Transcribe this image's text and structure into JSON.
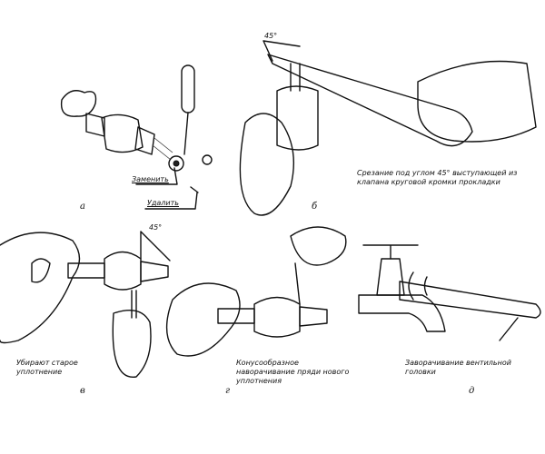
{
  "panels": {
    "a": {
      "letter": "а",
      "replace_label": "Заменить",
      "remove_label": "Удалить"
    },
    "b": {
      "letter": "б",
      "angle_label": "45°",
      "caption": "Срезание под углом 45° выступающей из клапана круговой кромки прокладки"
    },
    "v": {
      "letter": "в",
      "angle_label": "45°",
      "caption": "Убирают старое уплотнение"
    },
    "g": {
      "letter": "г",
      "caption": "Конусообразное наворачивание пряди нового уплотнения"
    },
    "d": {
      "letter": "д",
      "caption": "Заворачивание вентильной головки"
    }
  }
}
